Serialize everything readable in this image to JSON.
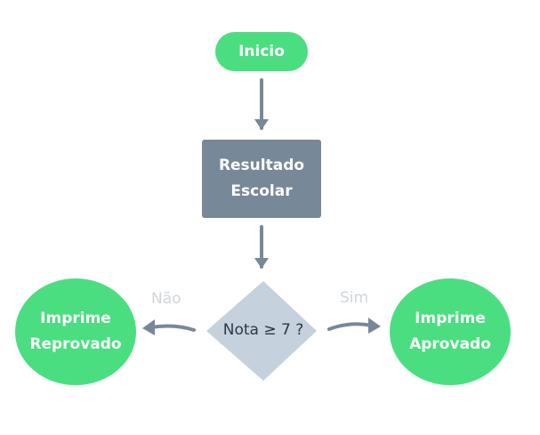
{
  "flowchart": {
    "start": {
      "label": "Inicio"
    },
    "process": {
      "line1": "Resultado",
      "line2": "Escolar"
    },
    "decision": {
      "label": "Nota ≥ 7 ?"
    },
    "branch_no": {
      "label": "Não"
    },
    "branch_yes": {
      "label": "Sim"
    },
    "result_fail": {
      "line1": "Imprime",
      "line2": "Reprovado"
    },
    "result_pass": {
      "line1": "Imprime",
      "line2": "Aprovado"
    }
  },
  "colors": {
    "terminal": "#4ade80",
    "process": "#778899",
    "decision": "#c5d1dc",
    "arrow": "#778899",
    "edge_label": "#cfd5db"
  }
}
